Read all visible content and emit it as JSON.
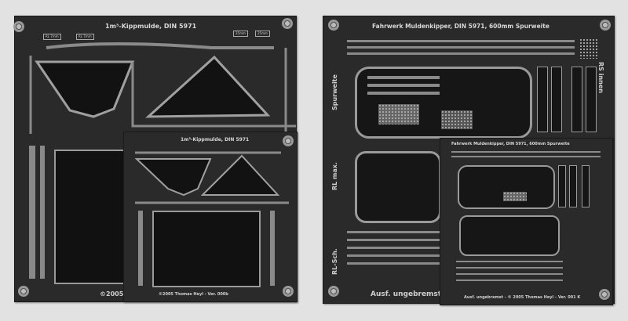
{
  "left_sheet": {
    "title": "1m³-Kippmulde, DIN 5971",
    "footer": "©2005 T",
    "tags": [
      "RL 7mm",
      "RL 7mm",
      "25mm",
      "25mm"
    ]
  },
  "left_inset": {
    "title": "1m³-Kippmulde, DIN 5971",
    "footer": "©2005 Thomas Heyl - Ver. 000b"
  },
  "right_sheet": {
    "title": "Fahrwerk Muldenkipper, DIN 5971, 600mm Spurweite",
    "left_labels": [
      "Spurweite",
      "RL max.",
      "RL-Sch."
    ],
    "right_label": "RS innen",
    "footer": "Ausf. ungebremst"
  },
  "right_inset": {
    "title": "Fahrwerk Muldenkipper, DIN 5971, 600mm Spurweite",
    "footer": "Ausf. ungebremst - © 2005 Thomas Heyl - Ver. 001 K"
  },
  "colors": {
    "background": "#e2e2e2",
    "fret": "#2a2a2a",
    "etched_metal": "#9a9a9a"
  }
}
